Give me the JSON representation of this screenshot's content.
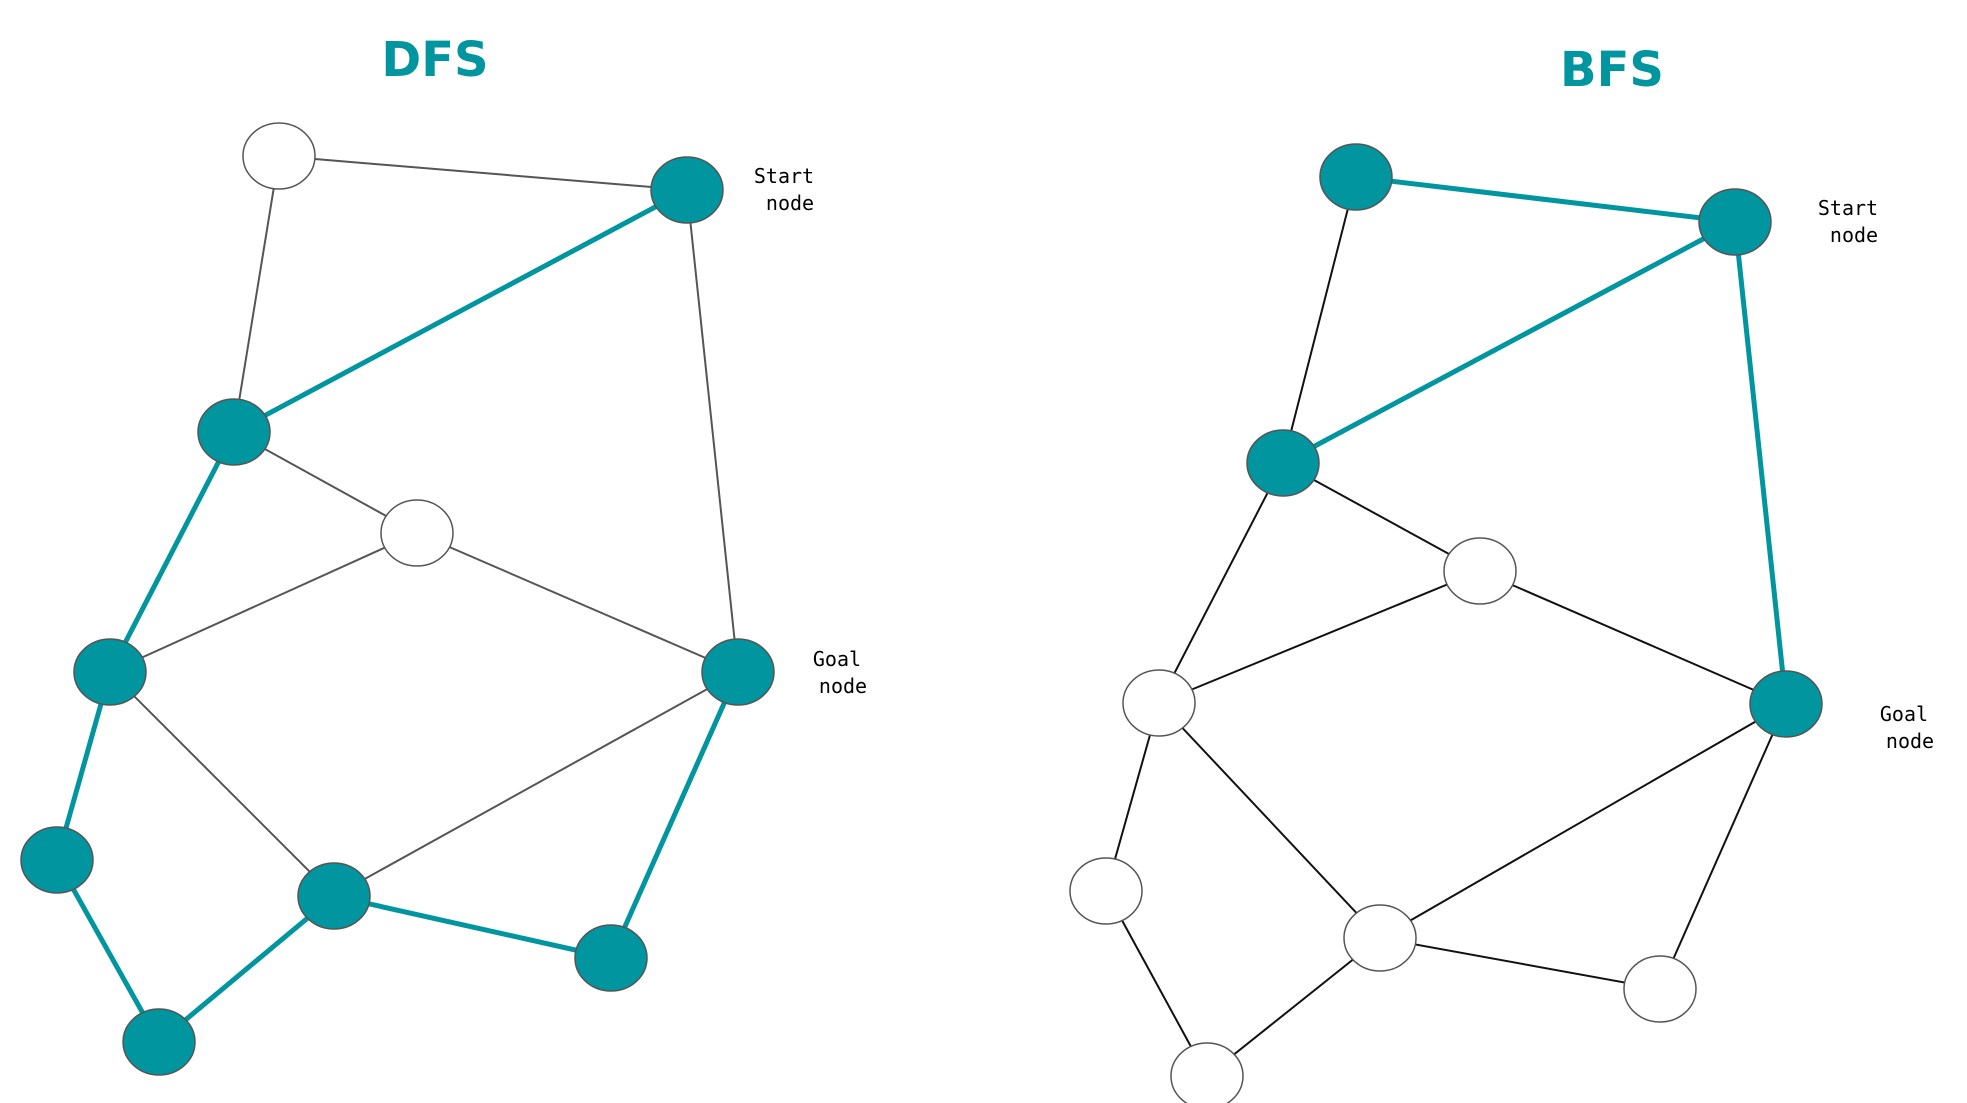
{
  "colors": {
    "accent": "#00959f",
    "line": "#555555",
    "node_stroke": "#555555",
    "empty_fill": "#ffffff"
  },
  "panels": [
    {
      "id": "dfs",
      "title": "DFS",
      "start_label": [
        "Start",
        "node"
      ],
      "goal_label": [
        "Goal",
        "node"
      ],
      "nodes": [
        {
          "id": "a",
          "filled": false
        },
        {
          "id": "start",
          "filled": true
        },
        {
          "id": "b",
          "filled": true
        },
        {
          "id": "c",
          "filled": false
        },
        {
          "id": "d",
          "filled": true
        },
        {
          "id": "goal",
          "filled": true
        },
        {
          "id": "e",
          "filled": true
        },
        {
          "id": "f",
          "filled": true
        },
        {
          "id": "g",
          "filled": true
        },
        {
          "id": "h",
          "filled": true
        }
      ],
      "edges": [
        {
          "from": "a",
          "to": "start",
          "highlighted": false
        },
        {
          "from": "a",
          "to": "b",
          "highlighted": false
        },
        {
          "from": "start",
          "to": "b",
          "highlighted": true
        },
        {
          "from": "start",
          "to": "goal",
          "highlighted": false
        },
        {
          "from": "b",
          "to": "c",
          "highlighted": false
        },
        {
          "from": "b",
          "to": "d",
          "highlighted": true
        },
        {
          "from": "c",
          "to": "d",
          "highlighted": false
        },
        {
          "from": "c",
          "to": "goal",
          "highlighted": false
        },
        {
          "from": "d",
          "to": "e",
          "highlighted": true
        },
        {
          "from": "d",
          "to": "f",
          "highlighted": false
        },
        {
          "from": "e",
          "to": "h",
          "highlighted": true
        },
        {
          "from": "h",
          "to": "f",
          "highlighted": true
        },
        {
          "from": "f",
          "to": "g",
          "highlighted": true
        },
        {
          "from": "f",
          "to": "goal",
          "highlighted": false
        },
        {
          "from": "g",
          "to": "goal",
          "highlighted": true
        }
      ]
    },
    {
      "id": "bfs",
      "title": "BFS",
      "start_label": [
        "Start",
        "node"
      ],
      "goal_label": [
        "Goal",
        "node"
      ],
      "nodes": [
        {
          "id": "a",
          "filled": true
        },
        {
          "id": "start",
          "filled": true
        },
        {
          "id": "b",
          "filled": true
        },
        {
          "id": "c",
          "filled": false
        },
        {
          "id": "d",
          "filled": false
        },
        {
          "id": "goal",
          "filled": true
        },
        {
          "id": "e",
          "filled": false
        },
        {
          "id": "f",
          "filled": false
        },
        {
          "id": "g",
          "filled": false
        },
        {
          "id": "h",
          "filled": false
        }
      ],
      "edges": [
        {
          "from": "a",
          "to": "start",
          "highlighted": true
        },
        {
          "from": "a",
          "to": "b",
          "highlighted": false
        },
        {
          "from": "start",
          "to": "b",
          "highlighted": true
        },
        {
          "from": "start",
          "to": "goal",
          "highlighted": true
        },
        {
          "from": "b",
          "to": "c",
          "highlighted": false
        },
        {
          "from": "b",
          "to": "d",
          "highlighted": false
        },
        {
          "from": "c",
          "to": "d",
          "highlighted": false
        },
        {
          "from": "c",
          "to": "goal",
          "highlighted": false
        },
        {
          "from": "d",
          "to": "e",
          "highlighted": false
        },
        {
          "from": "d",
          "to": "f",
          "highlighted": false
        },
        {
          "from": "e",
          "to": "h",
          "highlighted": false
        },
        {
          "from": "h",
          "to": "f",
          "highlighted": false
        },
        {
          "from": "f",
          "to": "g",
          "highlighted": false
        },
        {
          "from": "f",
          "to": "goal",
          "highlighted": false
        },
        {
          "from": "g",
          "to": "goal",
          "highlighted": false
        }
      ]
    }
  ]
}
